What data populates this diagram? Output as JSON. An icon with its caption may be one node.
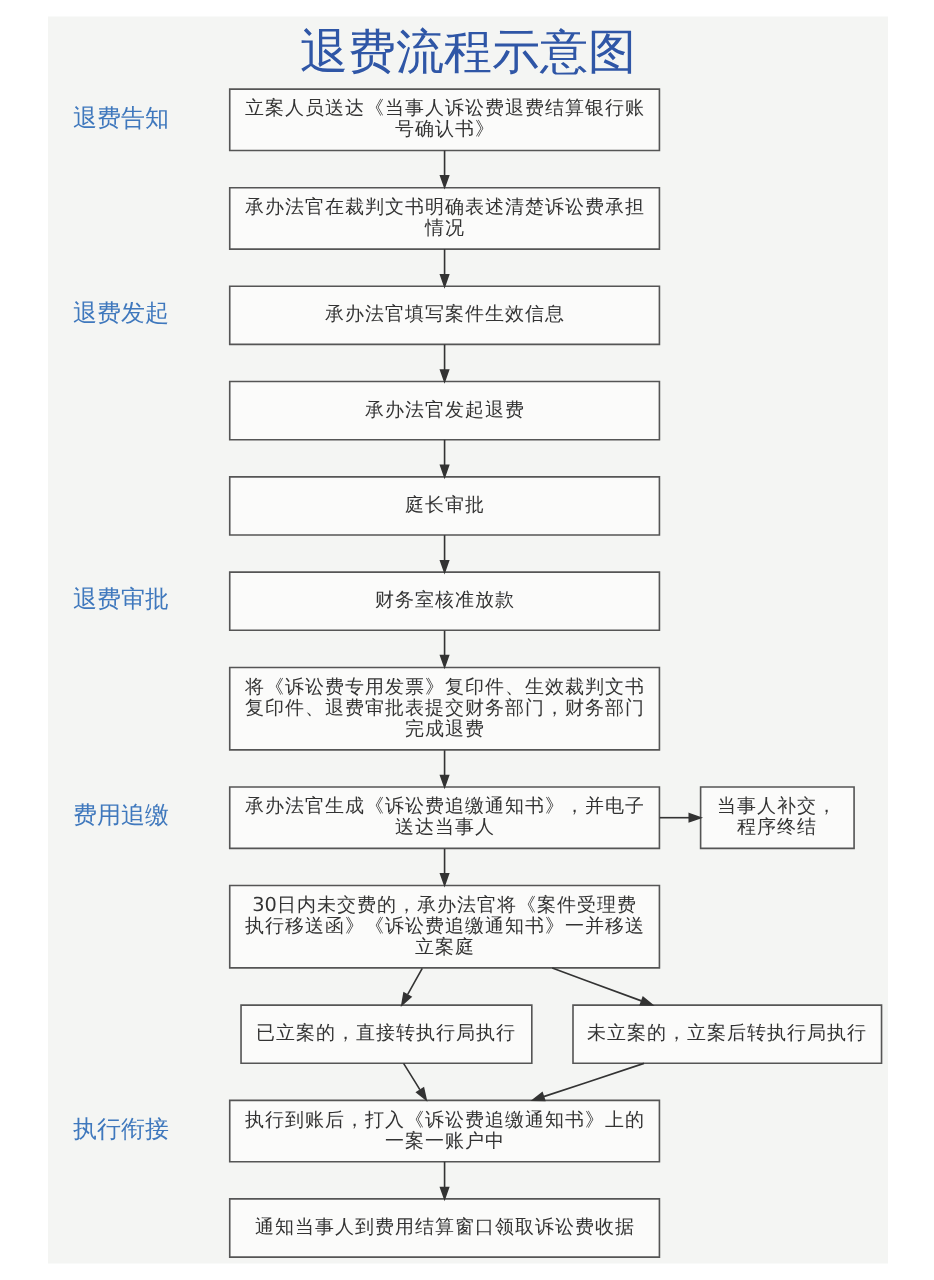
{
  "diagram": {
    "title": "退费流程示意图",
    "nodes": [
      {
        "text": [
          "立案人员送达《当事人诉讼费退费结算银行账号确认书》"
        ]
      },
      {
        "text": [
          "承办法官在裁判文书明确表述清楚诉讼费承担情况"
        ]
      },
      {
        "text": [
          "承办法官填写案件生效信息"
        ]
      },
      {
        "text": [
          "承办法官发起退费"
        ]
      },
      {
        "text": [
          "庭长审批"
        ]
      },
      {
        "text": [
          "财务室核准放款"
        ]
      },
      {
        "text": [
          "将《诉讼费专用发票》复印件、生效裁判文书复印件、退费审批表提交财务部门，财务部门完成退费"
        ]
      },
      {
        "text": [
          "承办法官生成《诉讼费追缴通知书》，并电子送达当事人"
        ]
      },
      {
        "text": [
          "当事人补交，程序终结"
        ]
      },
      {
        "text": [
          "30日内未交费的，承办法官将《案件受理费执行移送函》《诉讼费追缴通知书》一并移送立案庭"
        ]
      },
      {
        "text": [
          "已立案的，直接转执行局执行"
        ]
      },
      {
        "text": [
          "未立案的，立案后转执行局执行"
        ]
      },
      {
        "text": [
          "执行到账后，打入《诉讼费追缴通知书》上的一案一账户中"
        ]
      },
      {
        "text": [
          "通知当事人到费用结算窗口领取诉讼费收据"
        ]
      }
    ],
    "edges": [
      {
        "from": 0,
        "to": 1,
        "arrow": "to"
      },
      {
        "from": 1,
        "to": 2,
        "arrow": "to"
      },
      {
        "from": 2,
        "to": 3,
        "arrow": "to"
      },
      {
        "from": 3,
        "to": 4,
        "arrow": "to"
      },
      {
        "from": 4,
        "to": 5,
        "arrow": "to"
      },
      {
        "from": 5,
        "to": 6,
        "arrow": "to"
      },
      {
        "from": 6,
        "to": 7,
        "arrow": "to"
      },
      {
        "from": 7,
        "to": 8,
        "arrow": "to"
      },
      {
        "from": 7,
        "to": 9,
        "arrow": "to"
      },
      {
        "from": 9,
        "to": 10,
        "arrow": "to"
      },
      {
        "from": 9,
        "to": 11,
        "arrow": "to"
      },
      {
        "from": 10,
        "to": 12,
        "arrow": "to"
      },
      {
        "from": 11,
        "to": 12,
        "arrow": "to"
      },
      {
        "from": 12,
        "to": 13,
        "arrow": "to"
      }
    ],
    "labels": [
      "退费告知",
      "退费发起",
      "退费审批",
      "费用追缴",
      "执行衔接"
    ]
  }
}
